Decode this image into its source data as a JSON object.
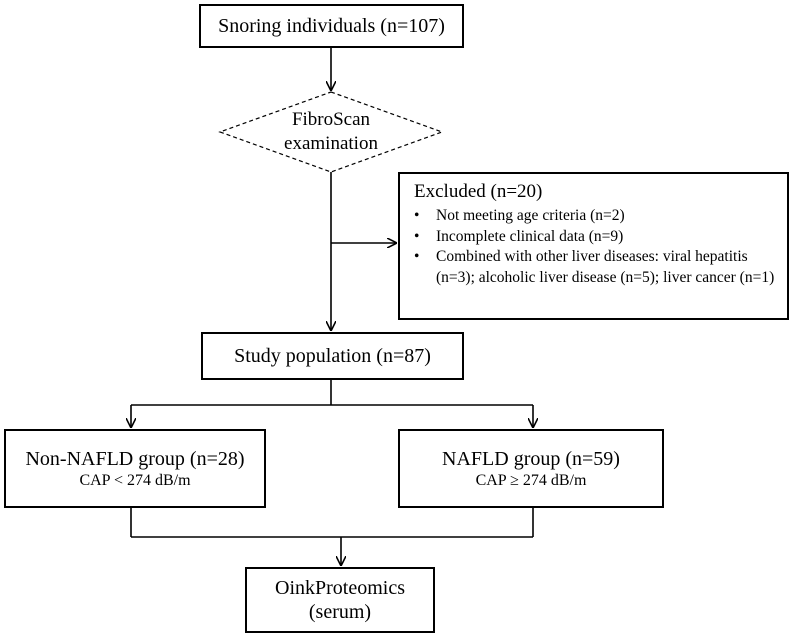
{
  "nodes": {
    "start": {
      "label": "Snoring individuals (n=107)"
    },
    "decision": {
      "line1": "FibroScan",
      "line2": "examination"
    },
    "excluded": {
      "title": "Excluded (n=20)",
      "items": [
        "Not meeting age criteria (n=2)",
        "Incomplete clinical data (n=9)",
        "Combined with other liver diseases: viral hepatitis (n=3); alcoholic liver disease (n=5); liver cancer (n=1)"
      ]
    },
    "study": {
      "label": "Study population (n=87)"
    },
    "non_nafld": {
      "label": "Non-NAFLD group (n=28)",
      "criterion": "CAP < 274 dB/m"
    },
    "nafld": {
      "label": "NAFLD group (n=59)",
      "criterion": "CAP ≥ 274 dB/m"
    },
    "proteomics": {
      "line1": "OinkProteomics",
      "line2": "(serum)"
    }
  },
  "bullet_symbol": "•"
}
